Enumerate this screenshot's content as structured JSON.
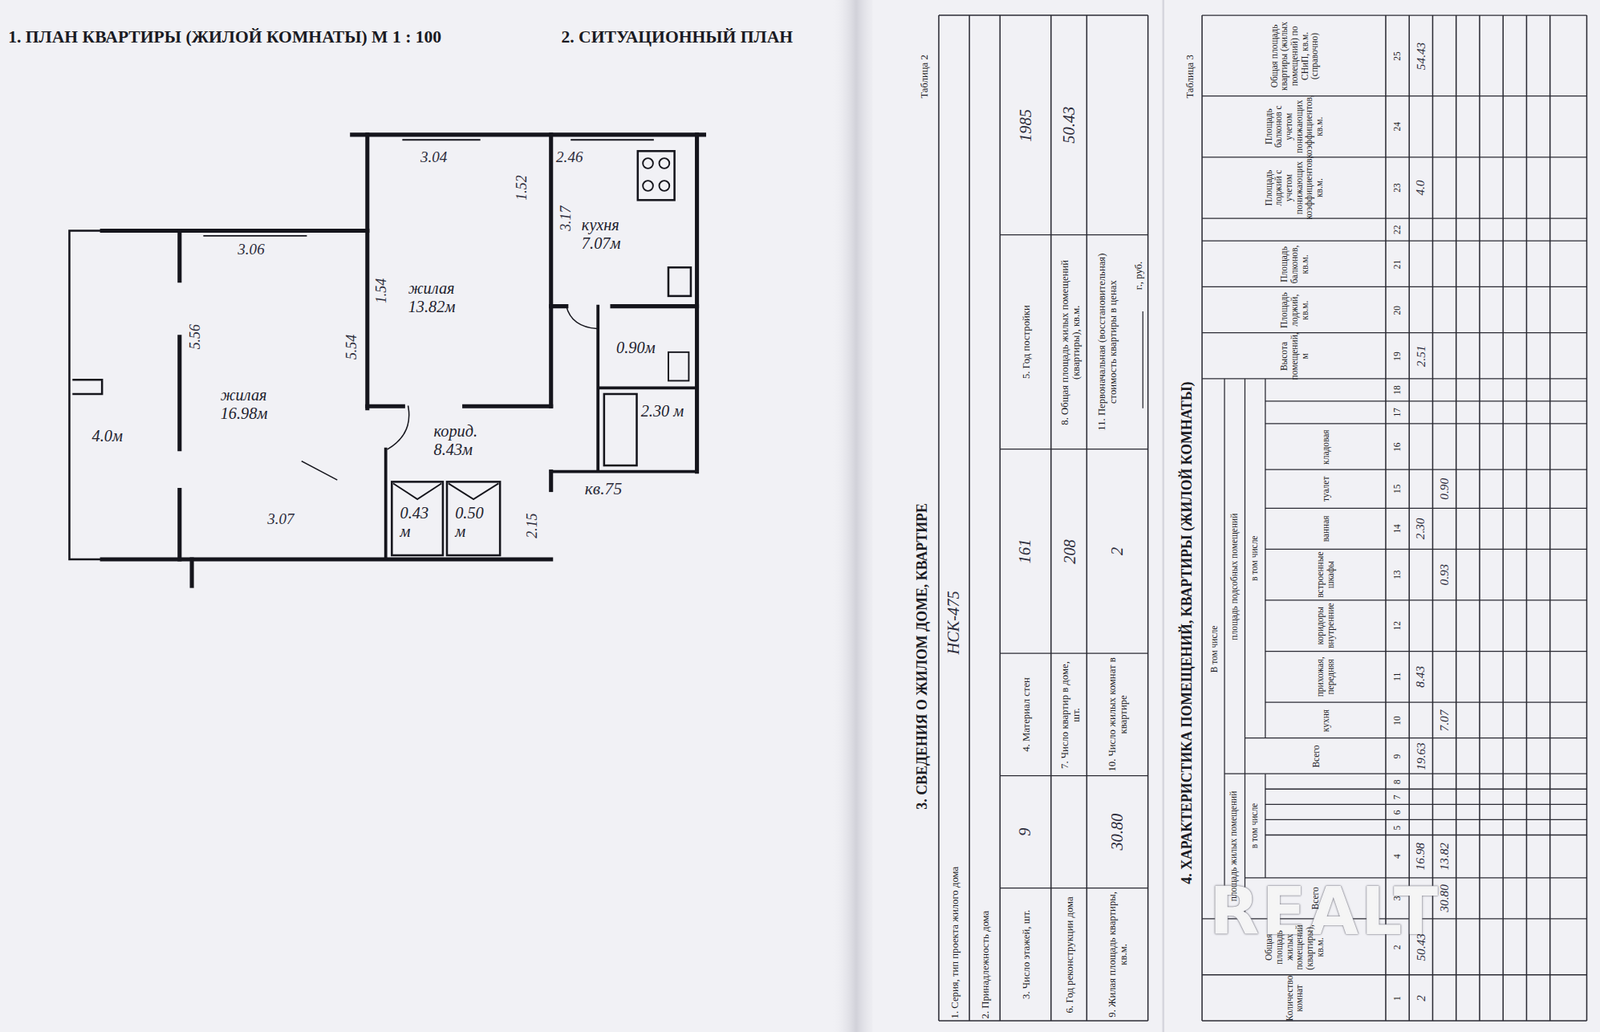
{
  "diagram": {
    "nodes": [
      {
        "text": [
          "кухня 7.07м"
        ]
      },
      {
        "text": [
          "жилая 13.82м"
        ]
      },
      {
        "text": [
          "жилая 16.98м"
        ]
      },
      {
        "text": [
          "корид. 8.43м"
        ]
      },
      {
        "text": [
          "4.0м"
        ]
      },
      {
        "text": [
          "0.90м"
        ]
      },
      {
        "text": [
          "2.30 м"
        ]
      },
      {
        "text": [
          "0.43 м"
        ]
      },
      {
        "text": [
          "0.50 м"
        ]
      }
    ],
    "labels": [
      "1. ПЛАН КВАРТИРЫ (ЖИЛОЙ КОМНАТЫ) М 1 : 100",
      "2. СИТУАЦИОННЫЙ ПЛАН",
      "3.04",
      "2.46",
      "3.06",
      "1.52",
      "3.17",
      "1.54",
      "5.56",
      "5.54",
      "3.07",
      "2.15",
      "кв.75",
      "Таблица 2",
      "3. СВЕДЕНИЯ О ЖИЛОМ ДОМЕ, КВАРТИРЕ",
      "1. Серия, тип проекта жилого дома",
      "НСК-475",
      "2. Принадлежность дома",
      "3. Число этажей, шт.",
      "9",
      "4. Материал стен",
      "161",
      "5. Год постройки",
      "1985",
      "6. Год реконструкции дома",
      "7. Число квартир в доме, шт.",
      "208",
      "8. Общая площадь жилых помещений (квартиры), кв.м.",
      "50.43",
      "9. Жилая площадь квартиры, кв.м.",
      "30.80",
      "10. Число жилых комнат в квартире",
      "2",
      "11. Первоначальная (восстановительная) стоимость квартиры в ценах",
      "г., руб.",
      "Таблица 3",
      "4. ХАРАКТЕРИСТИКА ПОМЕЩЕНИЙ, КВАРТИРЫ (ЖИЛОЙ КОМНАТЫ)",
      "Количество комнат",
      "Общая площадь жилых помещений (квартиры), кв.м.",
      "В том числе",
      "площадь жилых помещений",
      "площадь подсобных помещений",
      "Всего",
      "в том числе",
      "Всего",
      "в том числе",
      "кухня",
      "прихожая, передняя",
      "коридоры внутренние",
      "встроенные шкафы",
      "ванная",
      "туалет",
      "кладовая",
      "Высота помещений, м",
      "Площадь лоджий, кв.м.",
      "Площадь балконов, кв.м.",
      "Площадь лоджий с учетом понижающих коэффициентов, кв.м.",
      "Площадь балконов с учетом понижающих коэффициентов, кв.м.",
      "Общая площадь квартиры (жилых помещений) по СНиП, кв.м. (справочно)",
      "1",
      "2",
      "3",
      "4",
      "5",
      "6",
      "7",
      "8",
      "9",
      "10",
      "11",
      "12",
      "13",
      "14",
      "15",
      "16",
      "17",
      "18",
      "19",
      "20",
      "21",
      "22",
      "23",
      "24",
      "25",
      "2",
      "50.43",
      "16.98",
      "19.63",
      "8.43",
      "2.30",
      "2.51",
      "4.0",
      "54.43",
      "30.80",
      "13.82",
      "7.07",
      "0.93",
      "0.90",
      "REALT"
    ]
  }
}
